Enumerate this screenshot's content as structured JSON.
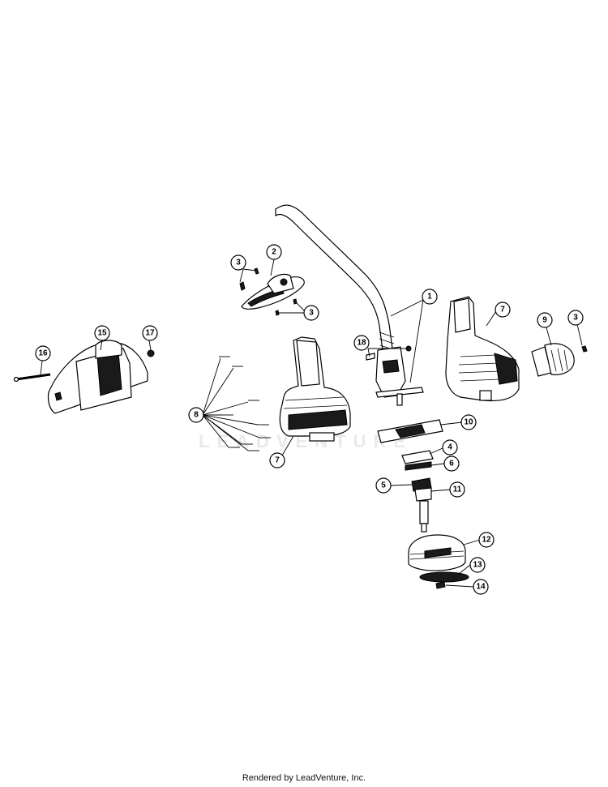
{
  "watermark": "LEADVENTURE",
  "footer": "Rendered by LeadVenture, Inc.",
  "callouts": {
    "c1": "1",
    "c2": "2",
    "c3a": "3",
    "c3b": "3",
    "c3c": "3",
    "c4": "4",
    "c5": "5",
    "c6": "6",
    "c7a": "7",
    "c7b": "7",
    "c8": "8",
    "c9": "9",
    "c10": "10",
    "c11": "11",
    "c12": "12",
    "c13": "13",
    "c14": "14",
    "c15": "15",
    "c16": "16",
    "c17": "17",
    "c18": "18"
  }
}
